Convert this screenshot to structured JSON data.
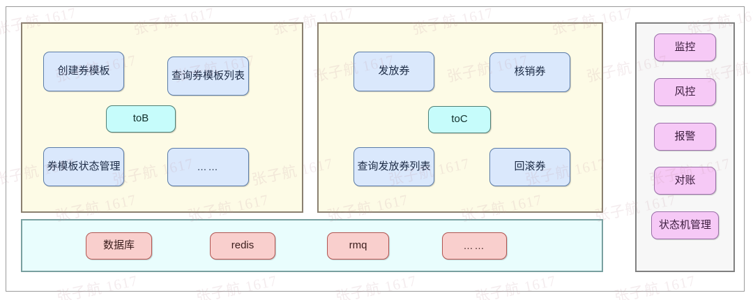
{
  "diagram": {
    "watermark_text": "张子航 1617",
    "colors": {
      "group_bg": "#fdfbe6",
      "group_border": "#8a8070",
      "infra_bg": "#e9fdfd",
      "infra_border": "#79a0a0",
      "ops_bg": "#f7f7f7",
      "ops_border": "#808080",
      "node_blue_bg": "#dae8fc",
      "node_blue_border": "#5a7ba8",
      "node_cyan_bg": "#c6fcfb",
      "node_cyan_border": "#4f7f74",
      "node_pink_bg": "#f9cfcd",
      "node_pink_border": "#b05450",
      "node_magenta_bg": "#f6c9f6",
      "node_magenta_border": "#9a6fa8"
    },
    "groups": [
      {
        "id": "tob",
        "center_label": "toB",
        "nodes": [
          {
            "label": "创建券模板"
          },
          {
            "label": "查询券模板列表"
          },
          {
            "label": "券模板状态管理"
          },
          {
            "label": "……"
          }
        ]
      },
      {
        "id": "toc",
        "center_label": "toC",
        "nodes": [
          {
            "label": "发放券"
          },
          {
            "label": "核销券"
          },
          {
            "label": "查询发放券列表"
          },
          {
            "label": "回滚券"
          }
        ]
      }
    ],
    "infrastructure": {
      "nodes": [
        {
          "label": "数据库"
        },
        {
          "label": "redis"
        },
        {
          "label": "rmq"
        },
        {
          "label": "……"
        }
      ]
    },
    "operations": {
      "nodes": [
        {
          "label": "监控"
        },
        {
          "label": "风控"
        },
        {
          "label": "报警"
        },
        {
          "label": "对账"
        },
        {
          "label": "状态机管理"
        }
      ]
    }
  }
}
